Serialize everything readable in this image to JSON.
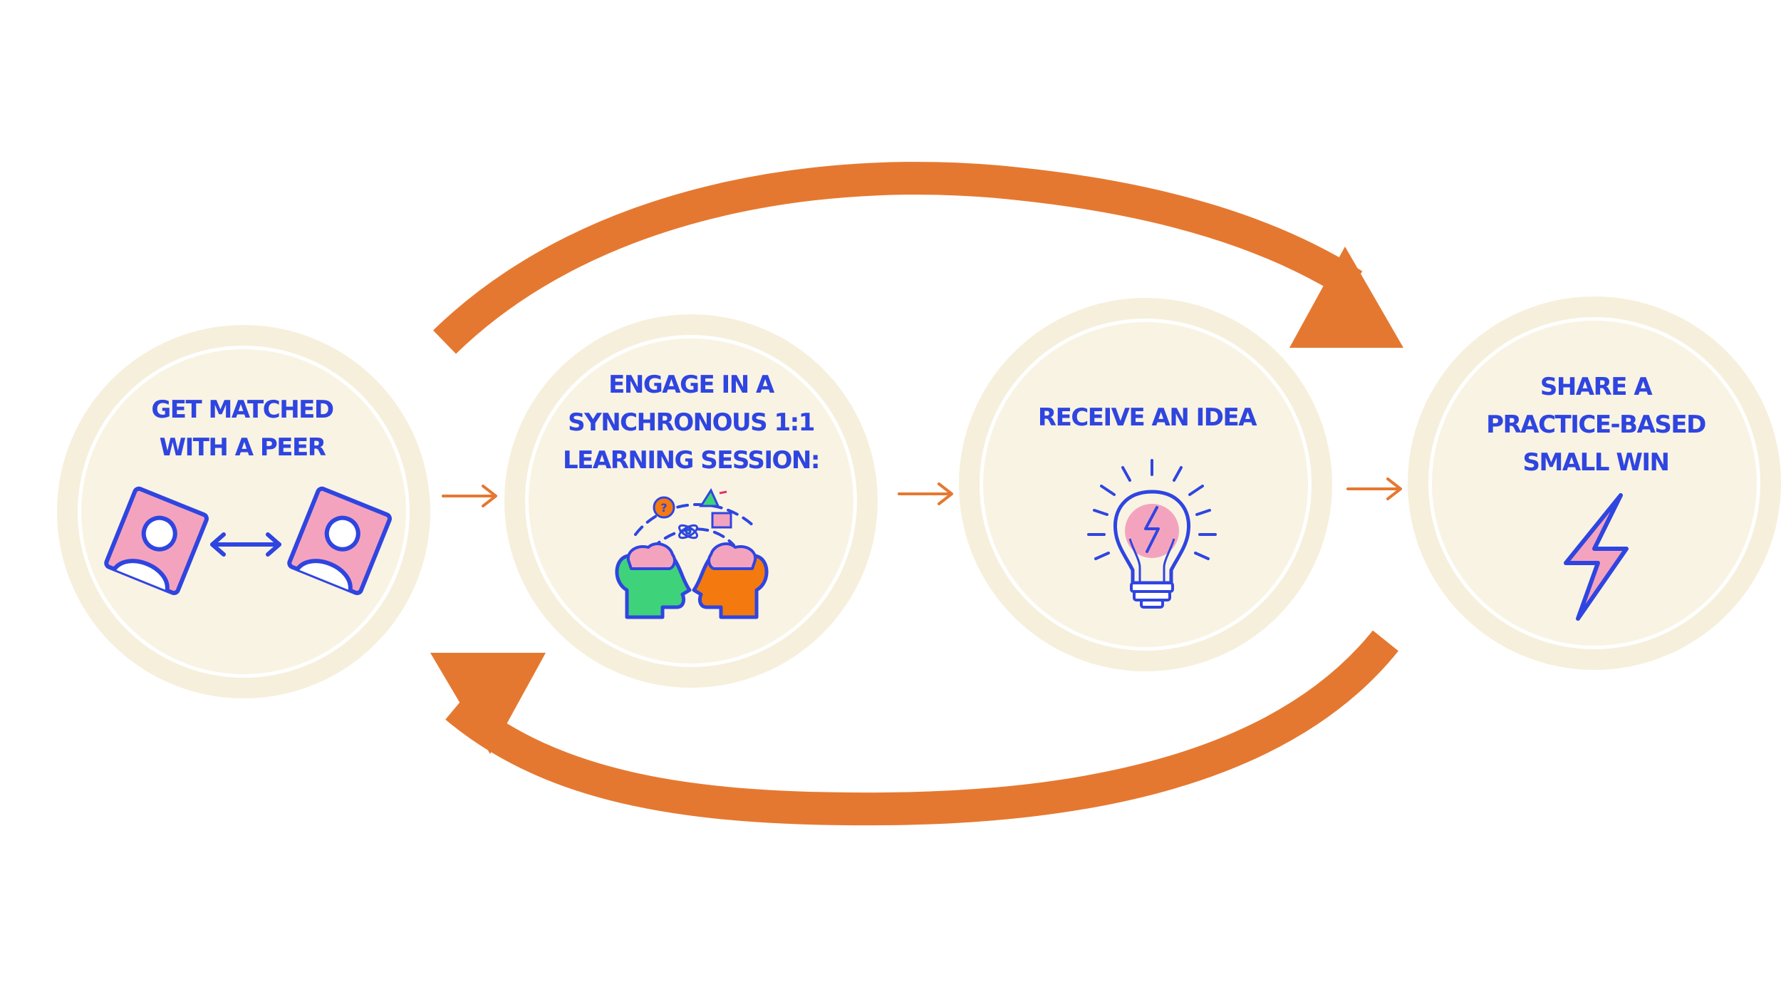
{
  "diagram": {
    "steps": [
      {
        "lines": [
          "GET MATCHED",
          "WITH A PEER"
        ],
        "icon": "peer-match-icon"
      },
      {
        "lines": [
          "ENGAGE IN A",
          "SYNCHRONOUS 1:1",
          "LEARNING SESSION:"
        ],
        "icon": "learning-heads-icon"
      },
      {
        "lines": [
          "RECEIVE AN IDEA"
        ],
        "icon": "lightbulb-icon"
      },
      {
        "lines": [
          "SHARE A",
          "PRACTICE-BASED",
          "SMALL WIN"
        ],
        "icon": "lightning-icon"
      }
    ],
    "connectors": [
      "arrow-right-icon",
      "arrow-right-icon",
      "arrow-right-icon"
    ],
    "loop_arrows": [
      "curved-arrow-top-icon",
      "curved-arrow-bottom-icon"
    ]
  },
  "colors": {
    "circle_fill": "#f9f3e3",
    "circle_ring": "#f6efdc",
    "text": "#2f45e0",
    "accent_orange": "#e57830",
    "icon_pink": "#f4a3bf",
    "icon_green": "#3ed37a",
    "icon_orange": "#f47a10"
  }
}
